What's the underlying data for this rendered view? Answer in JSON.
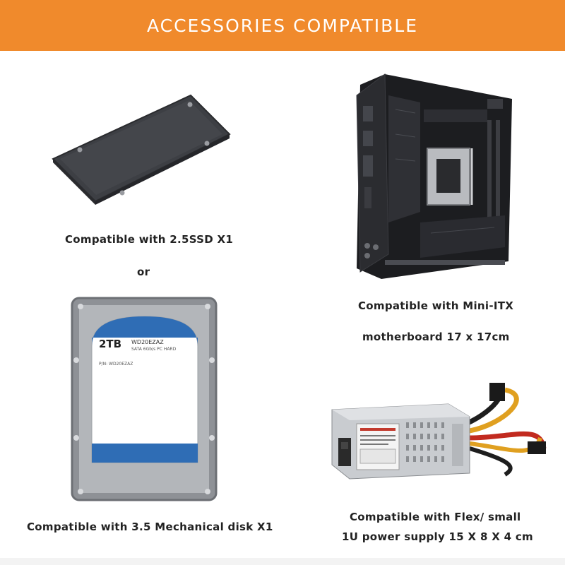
{
  "banner": {
    "title": "ACCESSORIES COMPATIBLE"
  },
  "captions": {
    "ssd": "Compatible with 2.5SSD X1",
    "or": "or",
    "hdd": "Compatible with 3.5 Mechanical disk X1",
    "motherboard_line1": "Compatible with Mini-ITX",
    "motherboard_line2": "motherboard 17 x 17cm",
    "psu_line1": "Compatible with Flex/ small",
    "psu_line2": "1U power supply 15 X 8 X 4 cm"
  },
  "hdd_label": {
    "capacity": "2TB",
    "model": "WD20EZAZ",
    "spec": "SATA 6Gb/s  PC HARD",
    "sub": "P/N: WD20EZAZ"
  },
  "colors": {
    "banner": "#f08a2c",
    "hdd_blue": "#2f6db5"
  },
  "icons": [
    "ssd-image",
    "motherboard-image",
    "hdd-image",
    "power-supply-image"
  ]
}
